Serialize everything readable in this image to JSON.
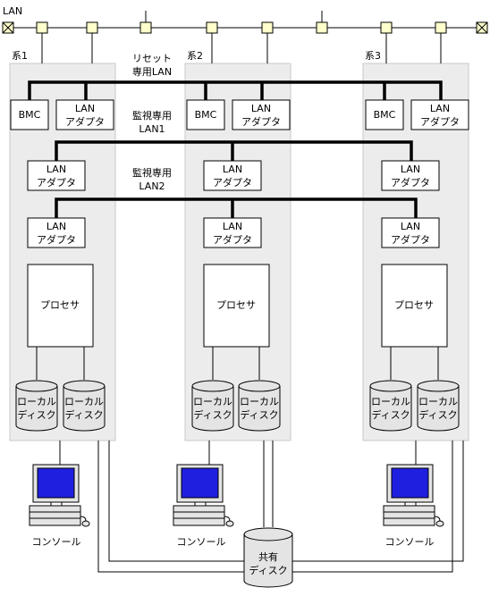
{
  "network": {
    "lan_label": "LAN"
  },
  "buses": {
    "reset_lan": [
      "リセット",
      "専用LAN"
    ],
    "monitor_lan1": [
      "監視専用",
      "LAN1"
    ],
    "monitor_lan2": [
      "監視専用",
      "LAN2"
    ]
  },
  "systems": [
    {
      "label": "系1"
    },
    {
      "label": "系2"
    },
    {
      "label": "系3"
    }
  ],
  "components": {
    "bmc": "BMC",
    "lan_adapter": [
      "LAN",
      "アダプタ"
    ],
    "processor": "プロセサ",
    "local_disk": [
      "ローカル",
      "ディスク"
    ]
  },
  "console_label": "コンソール",
  "shared_disk": [
    "共有",
    "ディスク"
  ],
  "colors": {
    "panel": "#ececec",
    "panel_border": "#c8c8c8",
    "lan_node": "#ffffcc",
    "monitor_screen": "#1f1fe0",
    "monitor_body": "#e4e4e4"
  }
}
